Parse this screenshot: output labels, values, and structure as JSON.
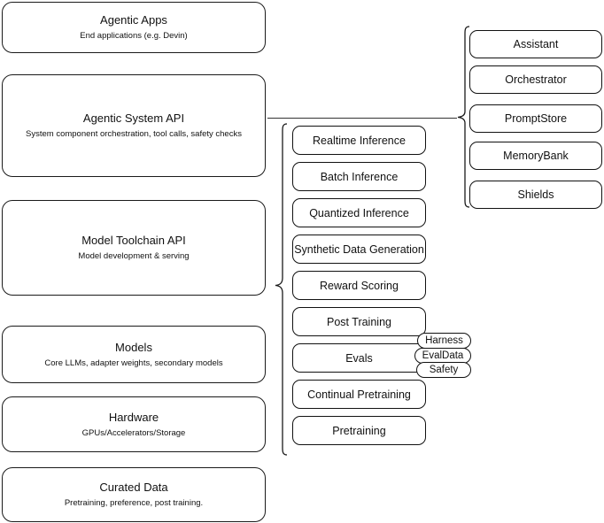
{
  "diagram": {
    "title": "LLM Stack Architecture Diagram",
    "colors": {
      "stroke": "#1a1a1a",
      "background": "#ffffff",
      "text": "#111111"
    }
  },
  "left_stack": {
    "name": "platform-layers",
    "layers": [
      {
        "title": "Agentic Apps",
        "subtitle": "End applications (e.g. Devin)"
      },
      {
        "title": "Agentic System API",
        "subtitle": "System component orchestration, tool calls, safety checks"
      },
      {
        "title": "Model Toolchain API",
        "subtitle": "Model development & serving"
      },
      {
        "title": "Models",
        "subtitle": "Core LLMs, adapter weights, secondary models"
      },
      {
        "title": "Hardware",
        "subtitle": "GPUs/Accelerators/Storage"
      },
      {
        "title": "Curated Data",
        "subtitle": "Pretraining, preference, post training."
      }
    ]
  },
  "toolchain_column": {
    "name": "model-toolchain-capabilities",
    "items": [
      {
        "label": "Realtime Inference"
      },
      {
        "label": "Batch Inference"
      },
      {
        "label": "Quantized Inference"
      },
      {
        "label": "Synthetic Data Generation"
      },
      {
        "label": "Reward Scoring"
      },
      {
        "label": "Post Training"
      },
      {
        "label": "Evals"
      },
      {
        "label": "Continual Pretraining"
      },
      {
        "label": "Pretraining"
      }
    ]
  },
  "evals_tags": {
    "name": "evals-subcomponents",
    "items": [
      {
        "label": "Harness"
      },
      {
        "label": "EvalData"
      },
      {
        "label": "Safety"
      }
    ]
  },
  "agentic_column": {
    "name": "agentic-system-components",
    "items": [
      {
        "label": "Assistant"
      },
      {
        "label": "Orchestrator"
      },
      {
        "label": "PromptStore"
      },
      {
        "label": "MemoryBank"
      },
      {
        "label": "Shields"
      }
    ]
  }
}
